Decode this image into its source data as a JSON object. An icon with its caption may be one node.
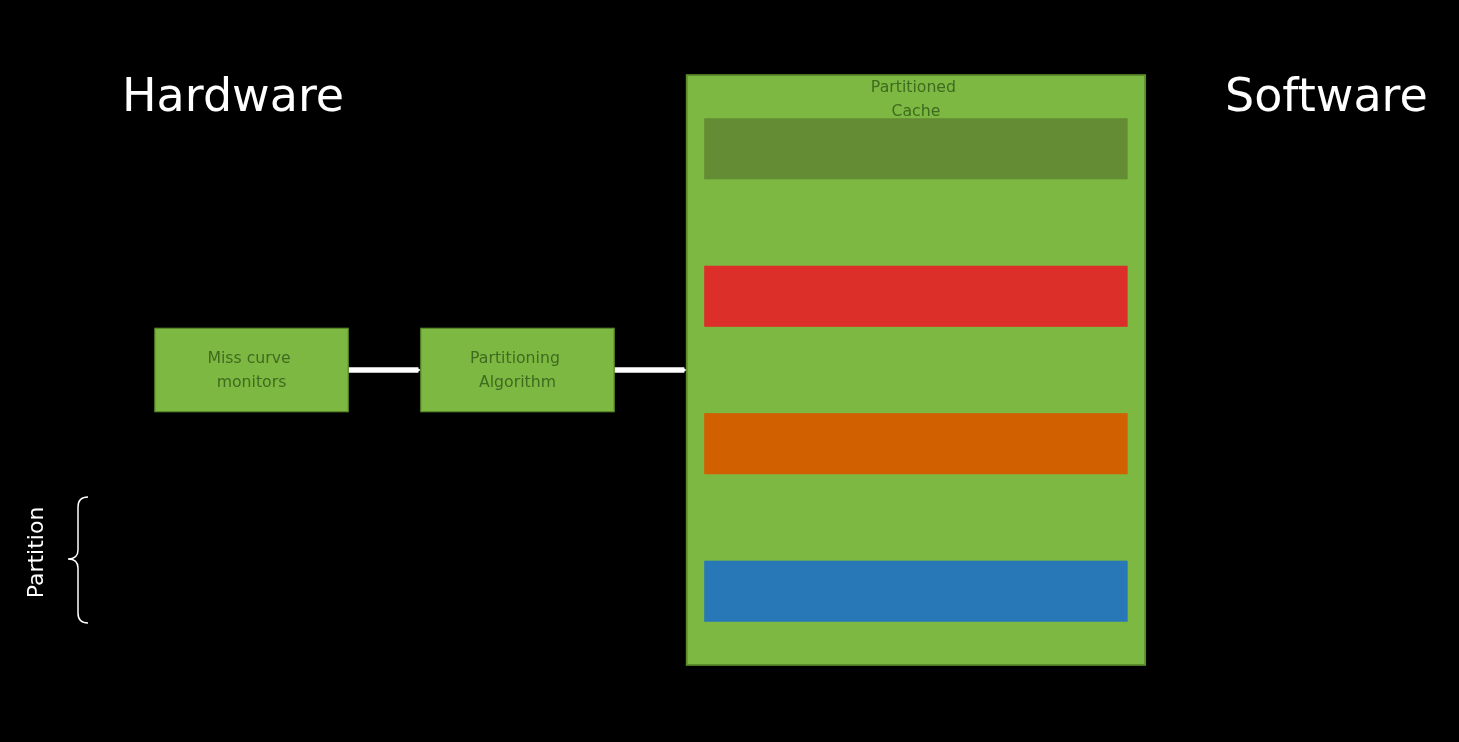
{
  "diagram": {
    "nodes": [
      {
        "text": [
          "Miss curve monitors"
        ]
      },
      {
        "text": [
          "Partitioned Cache"
        ]
      },
      {
        "text": [],
        "shape": "bar",
        "in": 1
      },
      {
        "text": [],
        "shape": "bar",
        "in": 1
      },
      {
        "text": [],
        "shape": "bar",
        "in": 1
      },
      {
        "text": [],
        "shape": "bar",
        "in": 1
      },
      {
        "text": [
          "Partitioning Algorithm"
        ]
      }
    ],
    "edges": [
      {
        "from": 0,
        "to": 6,
        "arrow": "to"
      },
      {
        "from": 6,
        "to": 1,
        "arrow": "to"
      }
    ],
    "labels": [
      "Hardware",
      "Software",
      "Partition"
    ]
  }
}
